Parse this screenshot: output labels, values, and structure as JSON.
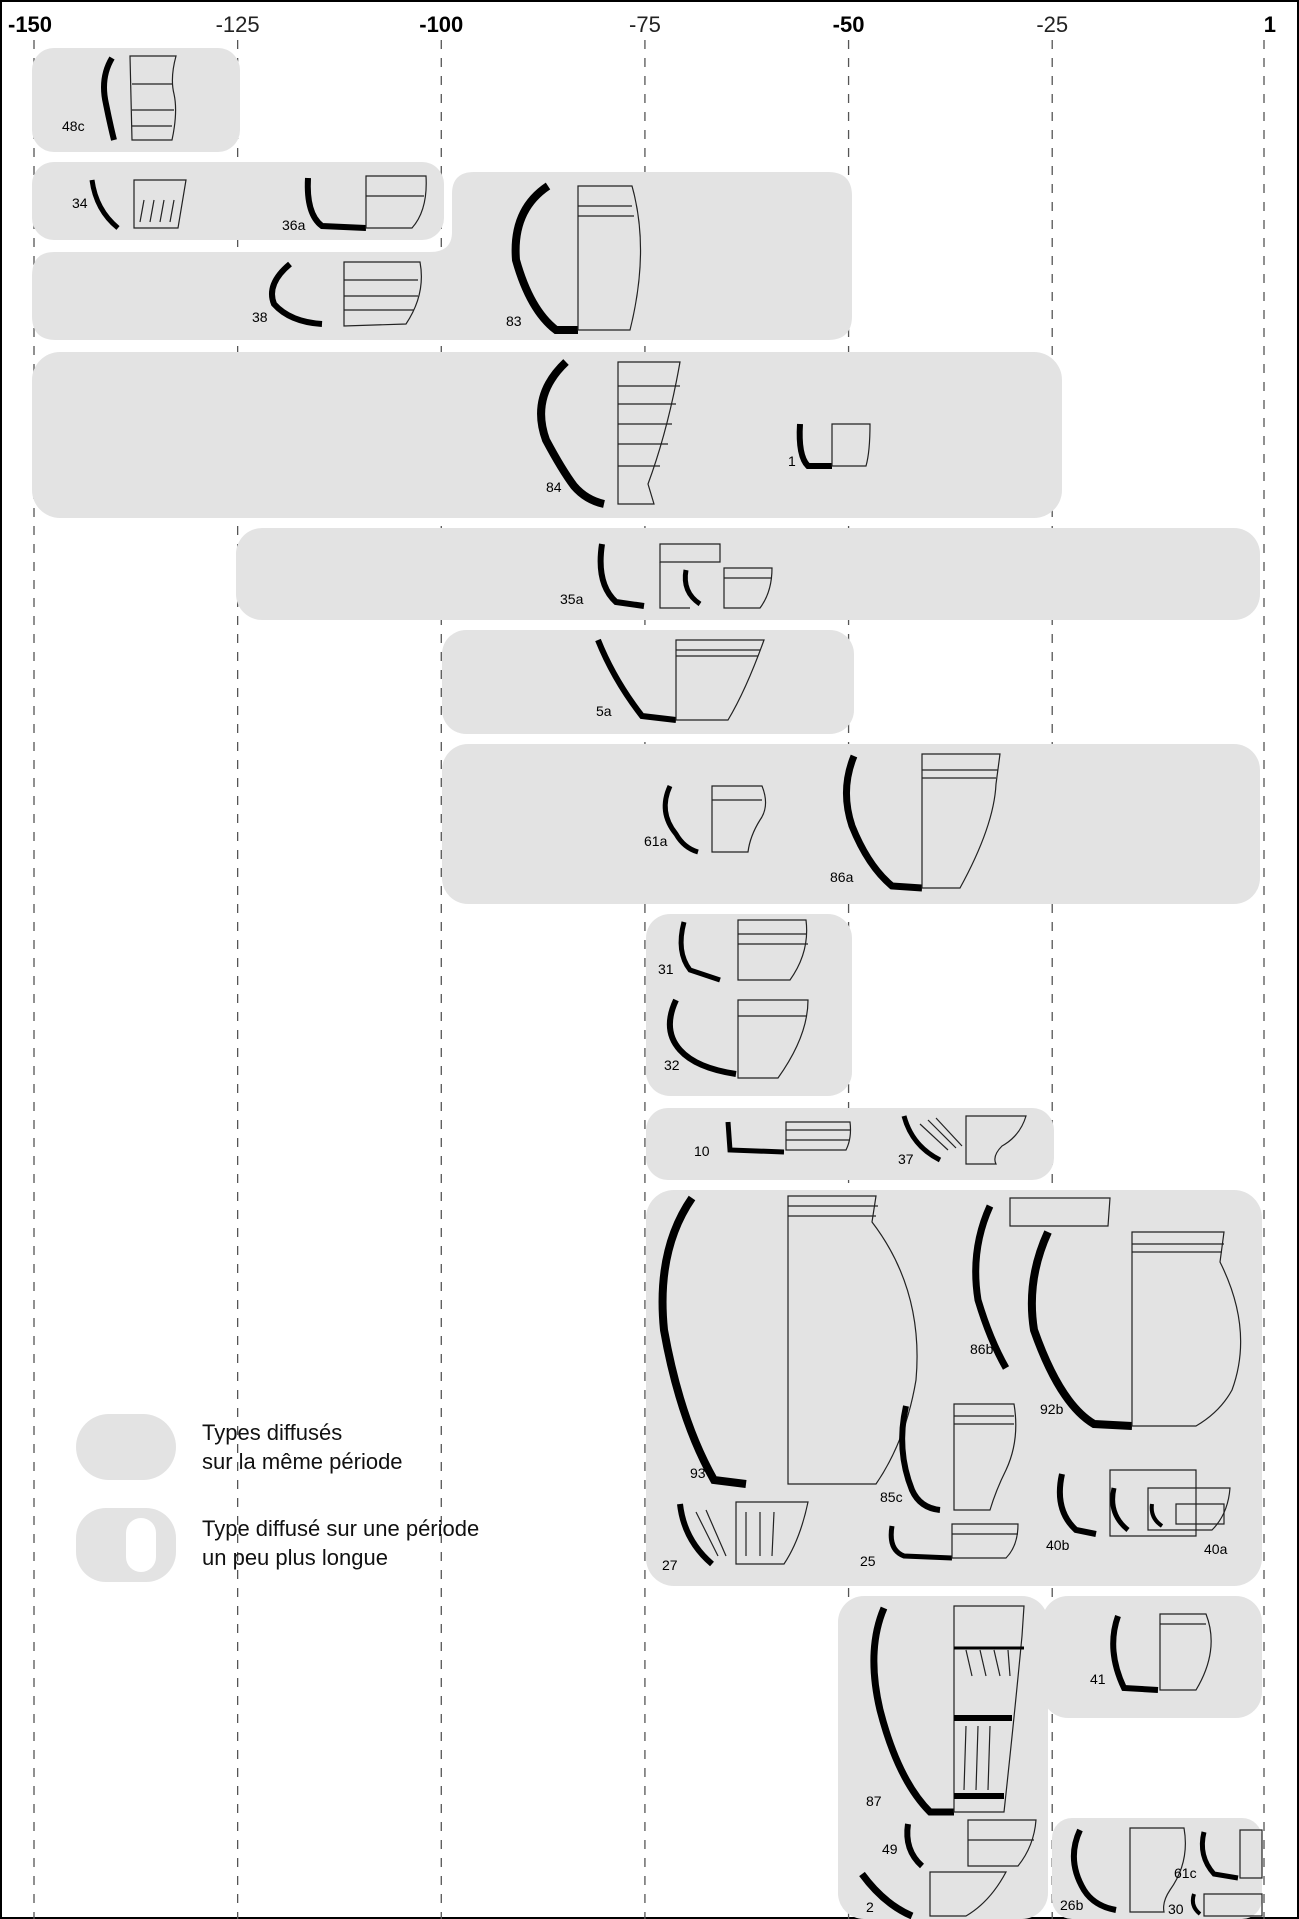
{
  "axis": {
    "ticks": [
      {
        "label": "-150",
        "value": -150,
        "major": true
      },
      {
        "label": "-125",
        "value": -125,
        "major": false
      },
      {
        "label": "-100",
        "value": -100,
        "major": true
      },
      {
        "label": "-75",
        "value": -75,
        "major": false
      },
      {
        "label": "-50",
        "value": -50,
        "major": true
      },
      {
        "label": "-25",
        "value": -25,
        "major": false
      },
      {
        "label": "1",
        "value": 1,
        "major": true
      }
    ]
  },
  "legend": {
    "same_period": {
      "line1": "Types diffusés",
      "line2": "sur la même période"
    },
    "longer_period": {
      "line1": "Type diffusé sur une période",
      "line2": "un peu plus longue"
    }
  },
  "colors": {
    "band": "#e3e3e3",
    "ink": "#000000",
    "grid": "#555555"
  },
  "vessels": [
    "48c",
    "34",
    "36a",
    "38",
    "83",
    "84",
    "1",
    "35a",
    "5a",
    "61a",
    "86a",
    "31",
    "32",
    "10",
    "37",
    "93",
    "86b",
    "92b",
    "85c",
    "27",
    "25",
    "40b",
    "40a",
    "87",
    "49",
    "2",
    "41",
    "26b",
    "61c",
    "30"
  ]
}
